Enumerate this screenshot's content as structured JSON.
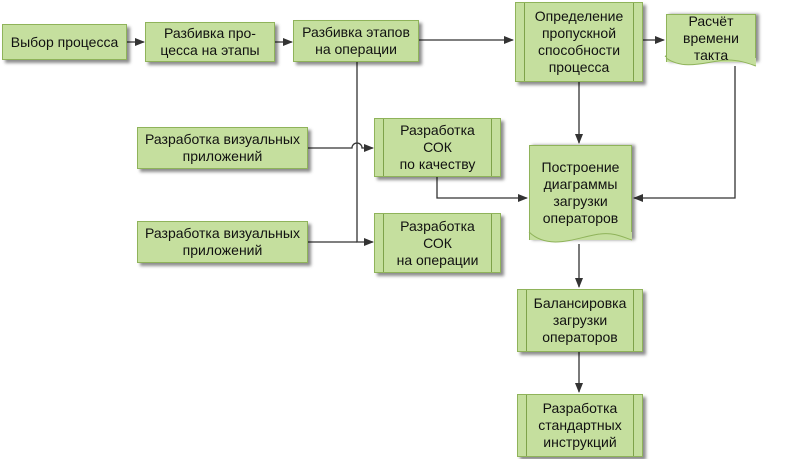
{
  "nodes": {
    "select_process": "Выбор процесса",
    "split_process": "Разбивка про-\nцесса на этапы",
    "split_stages": "Разбивка этапов\nна операции",
    "throughput": "Определение\nпропускной\nспособности\nпроцесса",
    "takt": "Расчёт времени\nтакта",
    "visual_apps_1": "Разработка визуальных\nприложений",
    "visual_apps_2": "Разработка визуальных\nприложений",
    "sok_quality": "Разработка\nСОК\nпо качеству",
    "sok_operations": "Разработка\nСОК\nна операции",
    "load_diagram": "Построение\nдиаграммы\nзагрузки\nоператоров",
    "balancing": "Балансировка\nзагрузки\nоператоров",
    "std_instructions": "Разработка\nстандартных\nинструкций"
  },
  "colors": {
    "box_fill": "#c5df9e",
    "box_border": "#8fb35a",
    "line": "#333333"
  }
}
